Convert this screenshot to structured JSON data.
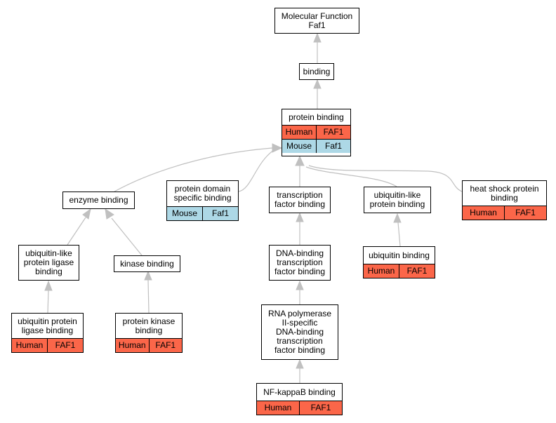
{
  "colors": {
    "edge": "#c0c0c0",
    "human": "#fb6649",
    "mouse": "#add8e6"
  },
  "nodes": {
    "root": {
      "label": "Molecular Function\nFaf1"
    },
    "binding": {
      "label": "binding"
    },
    "protein_binding": {
      "label": "protein binding",
      "rows": [
        {
          "species": "Human",
          "gene": "FAF1"
        },
        {
          "species": "Mouse",
          "gene": "Faf1"
        }
      ]
    },
    "enzyme_binding": {
      "label": "enzyme binding"
    },
    "protein_domain_binding": {
      "label": "protein domain\nspecific binding",
      "rows": [
        {
          "species": "Mouse",
          "gene": "Faf1"
        }
      ]
    },
    "transcription_factor_binding": {
      "label": "transcription\nfactor binding"
    },
    "ubiquitin_like_protein_binding": {
      "label": "ubiquitin-like\nprotein binding"
    },
    "heat_shock_protein_binding": {
      "label": "heat shock protein\nbinding",
      "rows": [
        {
          "species": "Human",
          "gene": "FAF1"
        }
      ]
    },
    "ubiquitin_like_ligase_binding": {
      "label": "ubiquitin-like\nprotein ligase\nbinding"
    },
    "kinase_binding": {
      "label": "kinase binding"
    },
    "dna_binding_tf_binding": {
      "label": "DNA-binding\ntranscription\nfactor binding"
    },
    "ubiquitin_binding": {
      "label": "ubiquitin binding",
      "rows": [
        {
          "species": "Human",
          "gene": "FAF1"
        }
      ]
    },
    "ubiquitin_protein_ligase_binding": {
      "label": "ubiquitin protein\nligase binding",
      "rows": [
        {
          "species": "Human",
          "gene": "FAF1"
        }
      ]
    },
    "protein_kinase_binding": {
      "label": "protein kinase\nbinding",
      "rows": [
        {
          "species": "Human",
          "gene": "FAF1"
        }
      ]
    },
    "rna_pol_ii_tf_binding": {
      "label": "RNA polymerase\nII-specific\nDNA-binding\ntranscription\nfactor binding"
    },
    "nf_kappab_binding": {
      "label": "NF-kappaB binding",
      "rows": [
        {
          "species": "Human",
          "gene": "FAF1"
        }
      ]
    }
  }
}
